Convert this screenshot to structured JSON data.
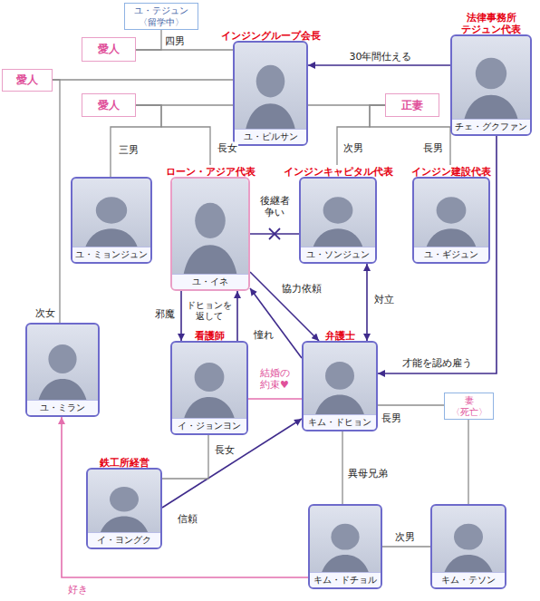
{
  "diagram": {
    "nodes": [
      {
        "text": [
          "ユ・テジュン",
          "〈留学中〉"
        ]
      },
      {
        "text": [
          "愛人"
        ]
      },
      {
        "text": [
          "インジングループ会長",
          "ユ・ピルサン"
        ]
      },
      {
        "text": [
          "法律事務所 テジュン代表",
          "チェ・グクファン"
        ]
      },
      {
        "text": [
          "愛人"
        ]
      },
      {
        "text": [
          "愛人"
        ]
      },
      {
        "text": [
          "正妻"
        ]
      },
      {
        "text": [
          "ユ・ミョンジュン"
        ]
      },
      {
        "text": [
          "ローン・アジア代表",
          "ユ・イネ"
        ]
      },
      {
        "text": [
          "インジンキャピタル代表",
          "ユ・ソンジュン"
        ]
      },
      {
        "text": [
          "インジン建設代表",
          "ユ・ギジュン"
        ]
      },
      {
        "text": [
          "ユ・ミラン"
        ]
      },
      {
        "text": [
          "看護師",
          "イ・ジョンヨン"
        ]
      },
      {
        "text": [
          "弁護士",
          "キム・ドヒョン"
        ]
      },
      {
        "text": [
          "妻",
          "〈死亡〉"
        ]
      },
      {
        "text": [
          "鉄工所経営",
          "イ・ヨングク"
        ]
      },
      {
        "text": [
          "キム・ドチョル"
        ]
      },
      {
        "text": [
          "キム・テソン"
        ]
      }
    ],
    "edges": [
      {
        "from": 1,
        "to": 0,
        "label": "四男",
        "arrow": "none"
      },
      {
        "from": 1,
        "to": 2,
        "arrow": "none"
      },
      {
        "from": 4,
        "to": 2,
        "arrow": "none"
      },
      {
        "from": 4,
        "to": 11,
        "label": "次女",
        "arrow": "none"
      },
      {
        "from": 5,
        "to": 2,
        "arrow": "none"
      },
      {
        "from": 5,
        "to": 7,
        "label": "三男",
        "arrow": "none"
      },
      {
        "from": 5,
        "to": 8,
        "label": "長女",
        "arrow": "none"
      },
      {
        "from": 2,
        "to": 6,
        "arrow": "none"
      },
      {
        "from": 6,
        "to": 9,
        "label": "次男",
        "arrow": "none"
      },
      {
        "from": 6,
        "to": 10,
        "label": "長男",
        "arrow": "none"
      },
      {
        "from": 3,
        "to": 2,
        "label": "30年間仕える",
        "arrow": "to"
      },
      {
        "from": 3,
        "to": 13,
        "label": "才能を認め雇う",
        "arrow": "to"
      },
      {
        "from": 8,
        "to": 9,
        "label": "後継者 争い",
        "arrow": "none"
      },
      {
        "from": 8,
        "to": 13,
        "label": "協力依頼",
        "arrow": "to"
      },
      {
        "from": 13,
        "to": 8,
        "label": "憧れ",
        "arrow": "to"
      },
      {
        "from": 9,
        "to": 13,
        "label": "対立",
        "arrow": "both"
      },
      {
        "from": 8,
        "to": 12,
        "label": "邪魔",
        "arrow": "to"
      },
      {
        "from": 12,
        "to": 8,
        "label": "ドヒョンを 返して",
        "arrow": "to"
      },
      {
        "from": 12,
        "to": 13,
        "label": "結婚の 約束♥",
        "arrow": "none"
      },
      {
        "from": 15,
        "to": 13,
        "label": "信頼",
        "arrow": "to"
      },
      {
        "from": 15,
        "to": 12,
        "label": "長女",
        "arrow": "none"
      },
      {
        "from": 14,
        "to": 13,
        "label": "長男",
        "arrow": "none"
      },
      {
        "from": 17,
        "to": 14,
        "arrow": "none"
      },
      {
        "from": 17,
        "to": 16,
        "label": "次男",
        "arrow": "none"
      },
      {
        "from": 13,
        "to": 16,
        "label": "異母兄弟",
        "arrow": "none"
      },
      {
        "from": 16,
        "to": 11,
        "label": "好き",
        "arrow": "to"
      }
    ]
  }
}
